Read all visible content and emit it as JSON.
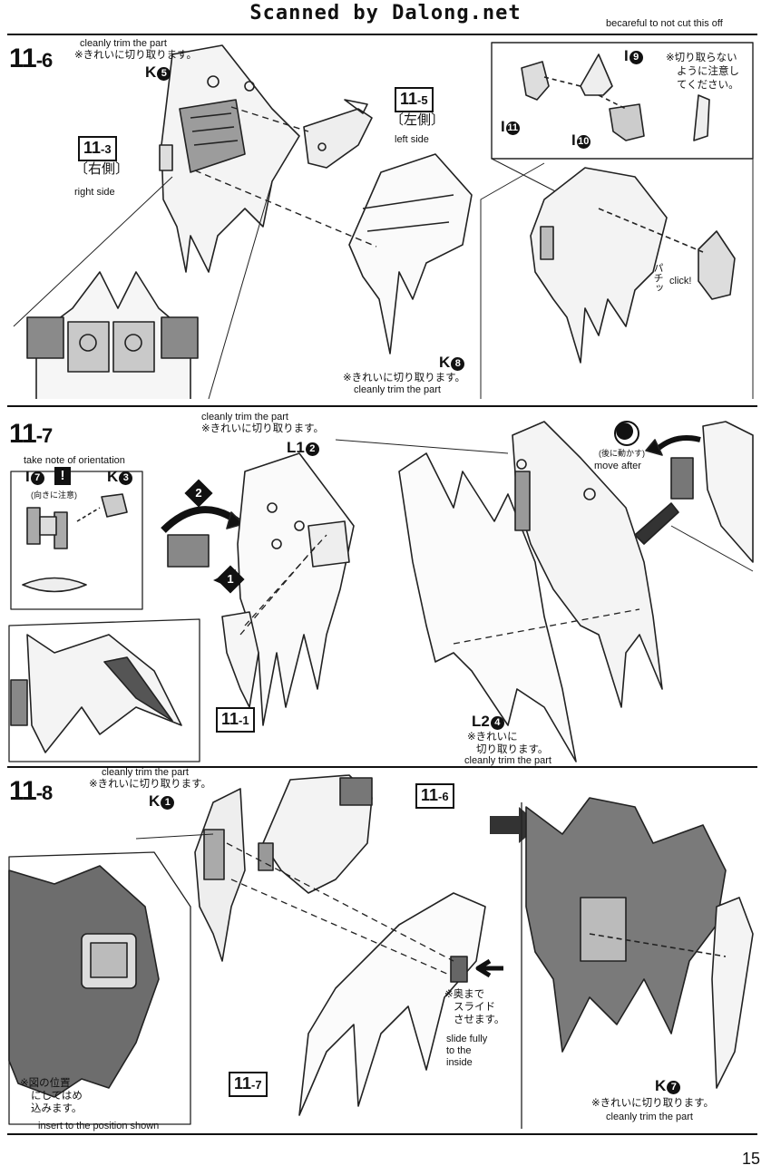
{
  "header": {
    "scanner_credit": "Scanned by Dalong.net",
    "cut_note": "becareful to not cut this off"
  },
  "step_11_6": {
    "number": "11",
    "sub": "-6",
    "trim_note_en": "cleanly trim the part",
    "trim_note_jp": "※きれいに切り取ります。",
    "part_k5": "K",
    "part_k5_num": "5",
    "ref_11_3": {
      "main": "11",
      "sub": "-3"
    },
    "ref_11_3_side_jp": "〔右側〕",
    "ref_11_3_side_en": "right side",
    "ref_11_5": {
      "main": "11",
      "sub": "-5"
    },
    "ref_11_5_side_jp": "〔左側〕",
    "ref_11_5_side_en": "left side",
    "part_k8": "K",
    "part_k8_num": "8",
    "k8_note_jp": "※きれいに切り取ります。",
    "k8_note_en": "cleanly trim the part",
    "inset": {
      "part_i9": "I",
      "part_i9_num": "9",
      "part_i11": "I",
      "part_i11_num": "11",
      "part_i10": "I",
      "part_i10_num": "10",
      "warn_jp_1": "※切り取らない",
      "warn_jp_2": "ように注意し",
      "warn_jp_3": "てください。"
    },
    "click_en": "click!",
    "click_jp": "パチッ"
  },
  "step_11_7": {
    "number": "11",
    "sub": "-7",
    "trim_note_en": "cleanly trim the part",
    "trim_note_jp": "※きれいに切り取ります。",
    "part_l1": "L1",
    "part_l1_num": "2",
    "orientation_en": "take note of orientation",
    "orientation_jp": "(向きに注意)",
    "part_i7": "I",
    "part_i7_num": "7",
    "part_k3": "K",
    "part_k3_num": "3",
    "step_marker_1": "1",
    "step_marker_2": "2",
    "move_after_jp": "(後に動かす)",
    "move_after_en": "move after",
    "ref_11_1": {
      "main": "11",
      "sub": "-1"
    },
    "part_l2": "L2",
    "part_l2_num": "4",
    "l2_note_jp_1": "※きれいに",
    "l2_note_jp_2": "切り取ります。",
    "l2_note_en": "cleanly trim the part"
  },
  "step_11_8": {
    "number": "11",
    "sub": "-8",
    "trim_note_en": "cleanly trim the part",
    "trim_note_jp": "※きれいに切り取ります。",
    "part_k1": "K",
    "part_k1_num": "1",
    "ref_11_6": {
      "main": "11",
      "sub": "-6"
    },
    "ref_11_7": {
      "main": "11",
      "sub": "-7"
    },
    "slide_jp_1": "※奥まで",
    "slide_jp_2": "スライド",
    "slide_jp_3": "させます。",
    "slide_en_1": "slide fully",
    "slide_en_2": "to the",
    "slide_en_3": "inside",
    "insert_jp_1": "※図の位置",
    "insert_jp_2": "にしてはめ",
    "insert_jp_3": "込みます。",
    "insert_en": "insert to the position shown",
    "part_k7": "K",
    "part_k7_num": "7",
    "k7_note_jp": "※きれいに切り取ります。",
    "k7_note_en": "cleanly trim the part"
  },
  "footer": {
    "page_number": "15"
  }
}
